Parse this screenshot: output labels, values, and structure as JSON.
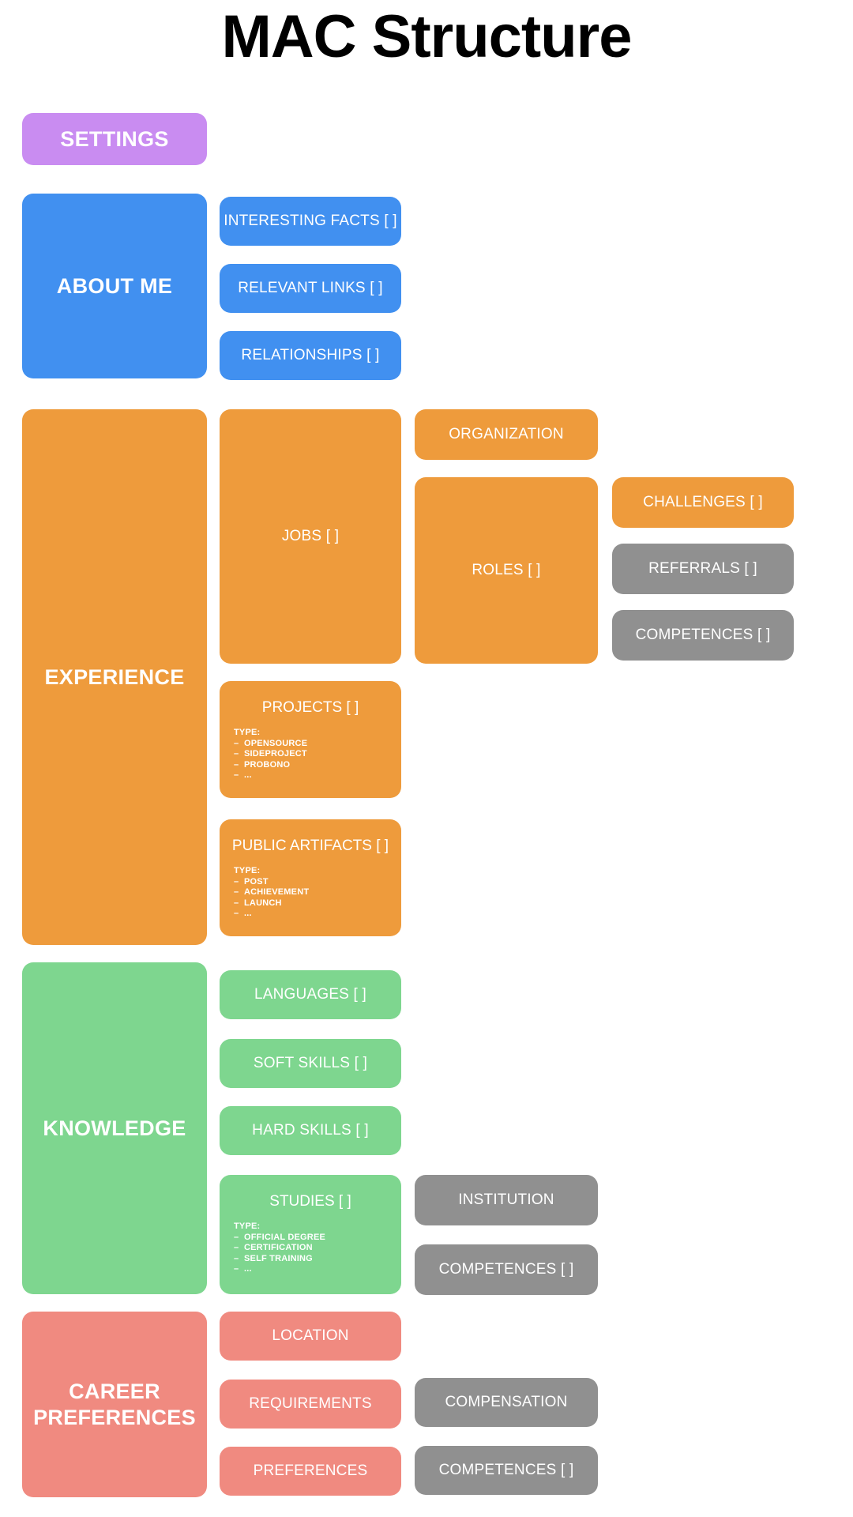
{
  "page": {
    "title": "MAC Structure"
  },
  "colors": {
    "background": "#ffffff",
    "title_text": "#000000",
    "settings": "#c98cf1",
    "about_me": "#4190f0",
    "experience": "#ee9b3c",
    "knowledge": "#7ed68f",
    "career_preferences": "#f08a80",
    "external": "#909090",
    "box_text": "#ffffff"
  },
  "sections": [
    {
      "id": "settings",
      "label": "SETTINGS",
      "color": "#c98cf1",
      "children": []
    },
    {
      "id": "about-me",
      "label": "ABOUT ME",
      "color": "#4190f0",
      "children": [
        {
          "id": "interesting-facts",
          "label": "INTERESTING FACTS [ ]",
          "color": "#4190f0"
        },
        {
          "id": "relevant-links",
          "label": "RELEVANT LINKS [ ]",
          "color": "#4190f0"
        },
        {
          "id": "relationships",
          "label": "RELATIONSHIPS [ ]",
          "color": "#4190f0"
        }
      ]
    },
    {
      "id": "experience",
      "label": "EXPERIENCE",
      "color": "#ee9b3c",
      "children": [
        {
          "id": "jobs",
          "label": "JOBS [ ]",
          "color": "#ee9b3c"
        },
        {
          "id": "organization",
          "label": "ORGANIZATION",
          "color": "#ee9b3c"
        },
        {
          "id": "roles",
          "label": "ROLES [ ]",
          "color": "#ee9b3c"
        },
        {
          "id": "challenges",
          "label": "CHALLENGES [ ]",
          "color": "#ee9b3c"
        },
        {
          "id": "referrals",
          "label": "REFERRALS [ ]",
          "color": "#909090"
        },
        {
          "id": "competences-experience",
          "label": "COMPETENCES [ ]",
          "color": "#909090"
        },
        {
          "id": "projects",
          "label": "PROJECTS [ ]",
          "color": "#ee9b3c",
          "type_heading": "TYPE:",
          "types": [
            "OPENSOURCE",
            "SIDEPROJECT",
            "PROBONO",
            "..."
          ]
        },
        {
          "id": "public-artifacts",
          "label": "PUBLIC ARTIFACTS [ ]",
          "color": "#ee9b3c",
          "type_heading": "TYPE:",
          "types": [
            "POST",
            "ACHIEVEMENT",
            "LAUNCH",
            "..."
          ]
        }
      ]
    },
    {
      "id": "knowledge",
      "label": "KNOWLEDGE",
      "color": "#7ed68f",
      "children": [
        {
          "id": "languages",
          "label": "LANGUAGES [ ]",
          "color": "#7ed68f"
        },
        {
          "id": "soft-skills",
          "label": "SOFT SKILLS [ ]",
          "color": "#7ed68f"
        },
        {
          "id": "hard-skills",
          "label": "HARD SKILLS [ ]",
          "color": "#7ed68f"
        },
        {
          "id": "studies",
          "label": "STUDIES [ ]",
          "color": "#7ed68f",
          "type_heading": "TYPE:",
          "types": [
            "OFFICIAL DEGREE",
            "CERTIFICATION",
            "SELF TRAINING",
            "..."
          ]
        },
        {
          "id": "institution",
          "label": "INSTITUTION",
          "color": "#909090"
        },
        {
          "id": "competences-knowledge",
          "label": "COMPETENCES [ ]",
          "color": "#909090"
        }
      ]
    },
    {
      "id": "career-preferences",
      "label": "CAREER\nPREFERENCES",
      "label_line1": "CAREER",
      "label_line2": "PREFERENCES",
      "color": "#f08a80",
      "children": [
        {
          "id": "location",
          "label": "LOCATION",
          "color": "#f08a80"
        },
        {
          "id": "requirements",
          "label": "REQUIREMENTS",
          "color": "#f08a80"
        },
        {
          "id": "preferences",
          "label": "PREFERENCES",
          "color": "#f08a80"
        },
        {
          "id": "compensation",
          "label": "COMPENSATION",
          "color": "#909090"
        },
        {
          "id": "competences-career",
          "label": "COMPETENCES [ ]",
          "color": "#909090"
        }
      ]
    }
  ]
}
